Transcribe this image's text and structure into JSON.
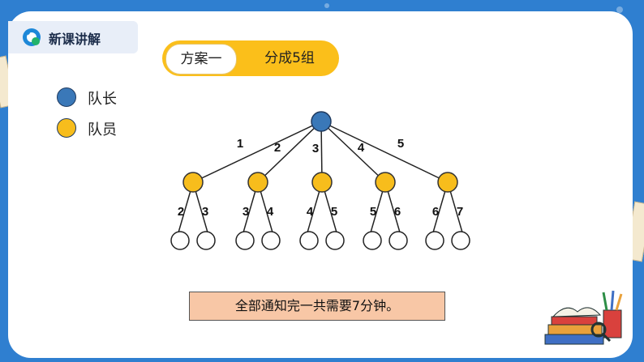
{
  "header": {
    "title": "新课讲解"
  },
  "plan": {
    "name": "方案一",
    "description": "分成5组"
  },
  "legend": [
    {
      "label": "队长",
      "color": "#3a78b8"
    },
    {
      "label": "队员",
      "color": "#f7bd1c"
    }
  ],
  "tree": {
    "captain_color": "#3a78b8",
    "member_color": "#f7bd1c",
    "empty_color": "#ffffff",
    "level1_edges": [
      "1",
      "2",
      "3",
      "4",
      "5"
    ],
    "level2_edges": [
      [
        "2",
        "3"
      ],
      [
        "3",
        "4"
      ],
      [
        "4",
        "5"
      ],
      [
        "5",
        "6"
      ],
      [
        "6",
        "7"
      ]
    ]
  },
  "conclusion": "全部通知完一共需要7分钟。"
}
